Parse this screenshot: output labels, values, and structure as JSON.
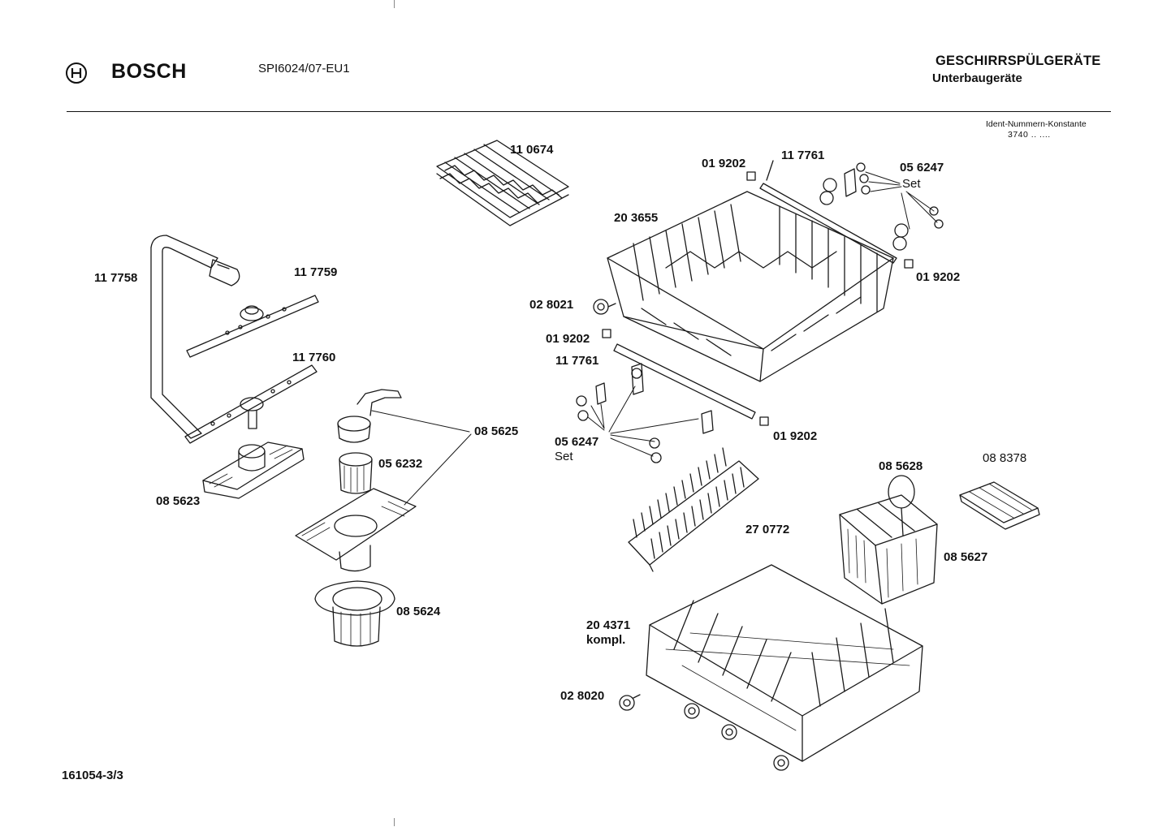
{
  "header": {
    "brand": "BOSCH",
    "model": "SPI6024/07-EU1",
    "category_title": "GESCHIRRSPÜLGERÄTE",
    "category_subtitle": "Unterbaugeräte",
    "ident_label": "Ident-Nummern-Konstante",
    "ident_value": "3740 .. ...."
  },
  "footer": {
    "document_number": "161054-3/3"
  },
  "parts": [
    {
      "id": "p-110674",
      "label": "11 0674"
    },
    {
      "id": "p-019202-a",
      "label": "01 9202"
    },
    {
      "id": "p-117761-a",
      "label": "11 7761"
    },
    {
      "id": "p-056247-a",
      "label": "05 6247",
      "sub": "Set"
    },
    {
      "id": "p-203655",
      "label": "20 3655"
    },
    {
      "id": "p-117758",
      "label": "11 7758"
    },
    {
      "id": "p-117759",
      "label": "11 7759"
    },
    {
      "id": "p-019202-b",
      "label": "01 9202"
    },
    {
      "id": "p-028021",
      "label": "02 8021"
    },
    {
      "id": "p-019202-c",
      "label": "01 9202"
    },
    {
      "id": "p-117761-b",
      "label": "11 7761"
    },
    {
      "id": "p-117760",
      "label": "11 7760"
    },
    {
      "id": "p-085625",
      "label": "08 5625"
    },
    {
      "id": "p-056247-b",
      "label": "05 6247",
      "sub": "Set"
    },
    {
      "id": "p-019202-d",
      "label": "01 9202"
    },
    {
      "id": "p-056232",
      "label": "05 6232"
    },
    {
      "id": "p-085628",
      "label": "08 5628"
    },
    {
      "id": "p-088378",
      "label": "08 8378"
    },
    {
      "id": "p-085623",
      "label": "08 5623"
    },
    {
      "id": "p-270772",
      "label": "27 0772"
    },
    {
      "id": "p-085627",
      "label": "08 5627"
    },
    {
      "id": "p-085624",
      "label": "08 5624"
    },
    {
      "id": "p-204371",
      "label": "20 4371",
      "sub": "kompl."
    },
    {
      "id": "p-028020",
      "label": "02 8020"
    }
  ]
}
